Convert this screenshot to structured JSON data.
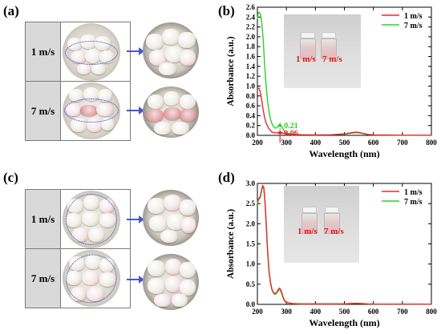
{
  "panel_letters": {
    "a": "(a)",
    "b": "(b)",
    "c": "(c)",
    "d": "(d)"
  },
  "photo_rows": {
    "a": {
      "top": "1 m/s",
      "bottom": "7 m/s"
    },
    "c": {
      "top": "1 m/s",
      "bottom": "7 m/s"
    }
  },
  "colors": {
    "series_1ms": "#e8292e",
    "series_7ms": "#2bd02b",
    "oval": "#2e3bd0",
    "arrow": "#4957c7",
    "inset_text": "#e0191a"
  },
  "chart_data": [
    {
      "panel": "(b)",
      "type": "line",
      "xlabel": "Wavelength (nm)",
      "ylabel": "Absorbance (a.u.)",
      "xlim": [
        200,
        800
      ],
      "ylim": [
        0,
        2.6
      ],
      "xticks": [
        200,
        300,
        400,
        500,
        600,
        700,
        800
      ],
      "yticks": [
        0.0,
        0.2,
        0.4,
        0.6,
        0.8,
        1.0,
        1.2,
        1.4,
        1.6,
        1.8,
        2.0,
        2.2,
        2.4,
        2.6
      ],
      "legend": "top-right",
      "grid": false,
      "series": [
        {
          "name": "1 m/s",
          "color": "#e8292e",
          "x": [
            200,
            205,
            210,
            215,
            220,
            225,
            230,
            240,
            250,
            260,
            270,
            275,
            280,
            285,
            290,
            300,
            320,
            350,
            400,
            450,
            500,
            520,
            540,
            550,
            560,
            580,
            600,
            650,
            700,
            750,
            800
          ],
          "y": [
            0.95,
            0.96,
            0.88,
            0.72,
            0.52,
            0.36,
            0.25,
            0.13,
            0.07,
            0.05,
            0.055,
            0.06,
            0.065,
            0.055,
            0.04,
            0.025,
            0.015,
            0.01,
            0.01,
            0.012,
            0.03,
            0.05,
            0.065,
            0.06,
            0.045,
            0.02,
            0.01,
            0.006,
            0.004,
            0.003,
            0.003
          ]
        },
        {
          "name": "7 m/s",
          "color": "#2bd02b",
          "x": [
            200,
            203,
            206,
            210,
            215,
            220,
            225,
            230,
            235,
            240,
            245,
            250,
            255,
            260,
            265,
            270,
            275,
            280,
            285,
            290,
            295,
            300,
            320,
            350,
            400,
            450,
            500,
            520,
            540,
            550,
            560,
            580,
            600,
            650,
            700,
            750,
            800
          ],
          "y": [
            2.36,
            2.48,
            2.5,
            2.47,
            2.3,
            1.95,
            1.45,
            1.0,
            0.7,
            0.48,
            0.33,
            0.24,
            0.18,
            0.15,
            0.15,
            0.18,
            0.21,
            0.21,
            0.17,
            0.11,
            0.07,
            0.05,
            0.025,
            0.015,
            0.01,
            0.012,
            0.025,
            0.04,
            0.055,
            0.05,
            0.04,
            0.02,
            0.01,
            0.006,
            0.004,
            0.003,
            0.003
          ]
        }
      ],
      "annotations": [
        {
          "text": "0.21",
          "x": 278,
          "y": 0.21,
          "color": "#2bd02b"
        },
        {
          "text": "0.06",
          "x": 278,
          "y": 0.06,
          "color": "#e8292e"
        }
      ],
      "inset_labels": [
        "1 m/s",
        "7 m/s"
      ]
    },
    {
      "panel": "(d)",
      "type": "line",
      "xlabel": "Wavelength (nm)",
      "ylabel": "Absorbance (a.u.)",
      "xlim": [
        200,
        800
      ],
      "ylim": [
        0,
        3.0
      ],
      "xticks": [
        200,
        300,
        400,
        500,
        600,
        700,
        800
      ],
      "yticks": [
        0.0,
        0.5,
        1.0,
        1.5,
        2.0,
        2.5,
        3.0
      ],
      "legend": "top-right",
      "grid": false,
      "series": [
        {
          "name": "1 m/s",
          "color": "#e8292e",
          "x": [
            200,
            205,
            210,
            215,
            218,
            222,
            226,
            230,
            235,
            240,
            245,
            250,
            255,
            260,
            265,
            270,
            275,
            280,
            285,
            290,
            295,
            300,
            320,
            350,
            400,
            450,
            500,
            520,
            540,
            560,
            580,
            600,
            700,
            800
          ],
          "y": [
            2.55,
            2.62,
            2.68,
            2.85,
            2.95,
            2.9,
            2.6,
            2.05,
            1.35,
            0.85,
            0.55,
            0.38,
            0.3,
            0.27,
            0.28,
            0.34,
            0.4,
            0.38,
            0.27,
            0.15,
            0.08,
            0.05,
            0.02,
            0.01,
            0.01,
            0.01,
            0.012,
            0.02,
            0.025,
            0.02,
            0.012,
            0.008,
            0.005,
            0.004
          ]
        },
        {
          "name": "7 m/s",
          "color": "#2bd02b",
          "x": [
            200,
            205,
            210,
            215,
            218,
            222,
            226,
            230,
            235,
            240,
            245,
            250,
            255,
            260,
            265,
            270,
            275,
            280,
            285,
            290,
            295,
            300,
            320,
            350,
            400,
            450,
            500,
            520,
            540,
            560,
            580,
            600,
            700,
            800
          ],
          "y": [
            2.5,
            2.6,
            2.65,
            2.82,
            2.92,
            2.88,
            2.55,
            2.0,
            1.3,
            0.82,
            0.52,
            0.36,
            0.28,
            0.25,
            0.26,
            0.31,
            0.36,
            0.34,
            0.24,
            0.13,
            0.07,
            0.045,
            0.02,
            0.01,
            0.01,
            0.01,
            0.012,
            0.02,
            0.024,
            0.02,
            0.012,
            0.008,
            0.005,
            0.004
          ]
        }
      ],
      "inset_labels": [
        "1 m/s",
        "7 m/s"
      ]
    }
  ]
}
